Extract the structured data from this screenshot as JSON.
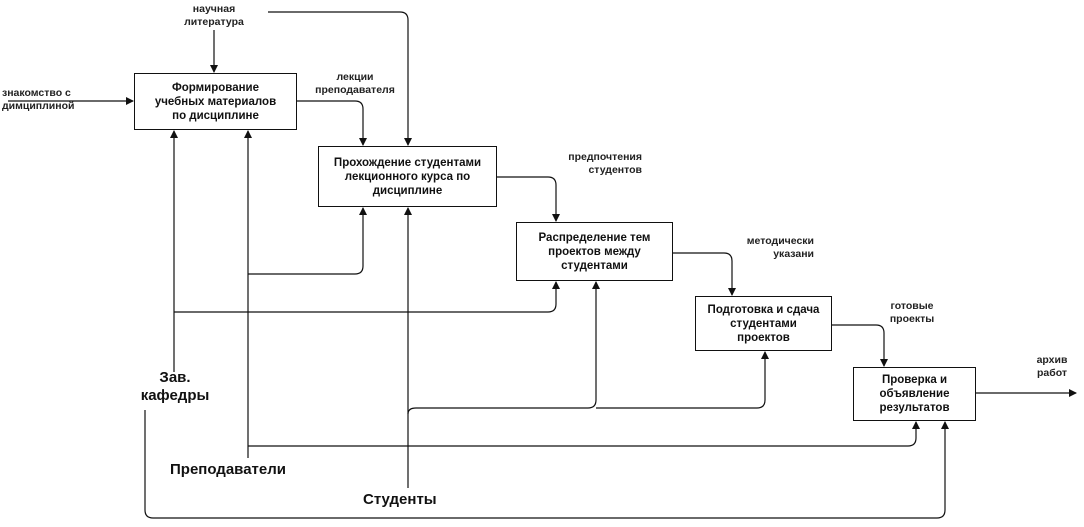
{
  "boxes": {
    "formation": "Формирование\nучебных материалов\nпо дисциплине",
    "lectures": "Прохождение студентами\nлекционного курса по\nдисциплине",
    "distribution": "Распределение тем\nпроектов между\nстудентами",
    "preparation": "Подготовка и сдача\nстудентами\nпроектов",
    "review": "Проверка и\nобъявление\nрезультатов"
  },
  "labels": {
    "scientific_literature": "научная\nлитература",
    "familiarity": "знакомство с\nдимциплиной",
    "teacher_lectures": "лекции\nпреподавателя",
    "student_preferences": "предпочтения\nстудентов",
    "methodical_instructions": "методически\nуказани",
    "finished_projects": "готовые\nпроекты",
    "archive": "архив\nработ"
  },
  "actors": {
    "head": "Зав.\nкафедры",
    "teachers": "Преподаватели",
    "students": "Студенты"
  }
}
